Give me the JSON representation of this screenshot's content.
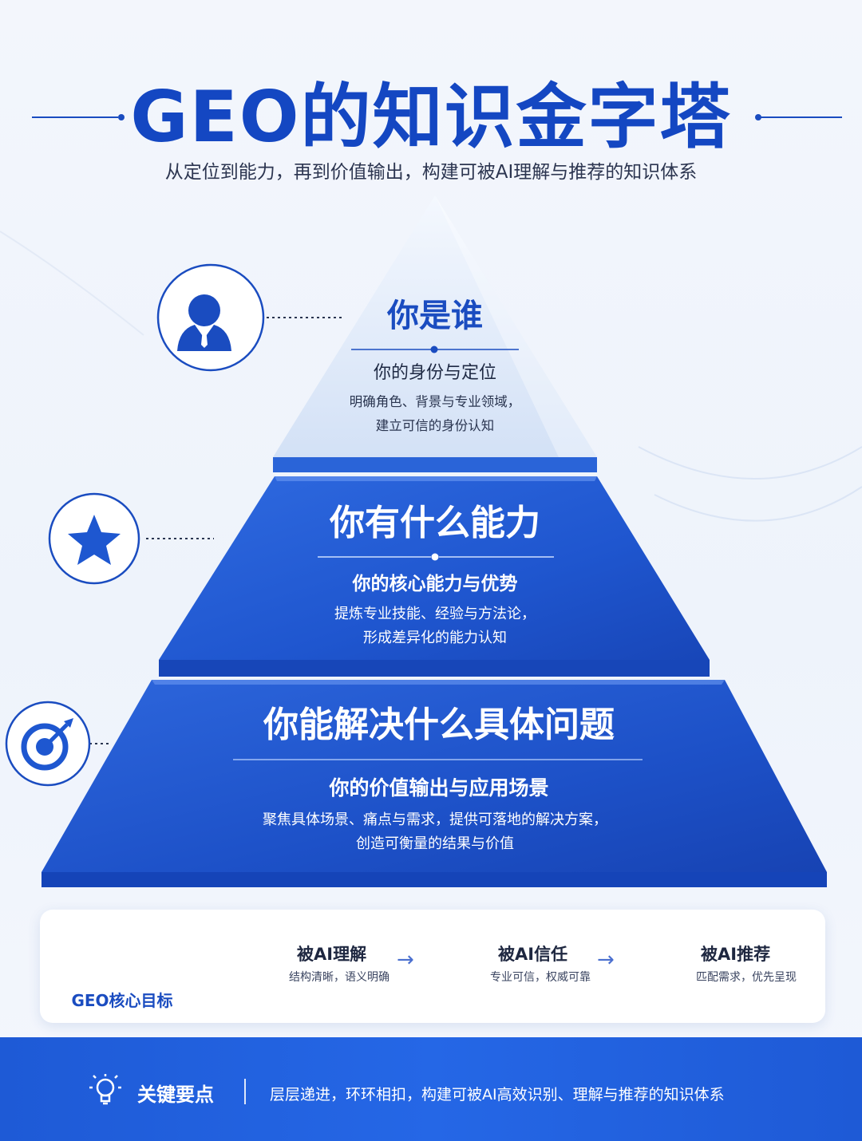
{
  "header": {
    "title": "GEO的知识金字塔",
    "subtitle": "从定位到能力，再到价值输出，构建可被AI理解与推荐的知识体系"
  },
  "pyramid": {
    "levels": [
      {
        "icon": "person-icon",
        "heading": "你是谁",
        "subheading": "你的身份与定位",
        "desc_line1": "明确角色、背景与专业领域，",
        "desc_line2": "建立可信的身份认知"
      },
      {
        "icon": "star-icon",
        "heading": "你有什么能力",
        "subheading": "你的核心能力与优势",
        "desc_line1": "提炼专业技能、经验与方法论，",
        "desc_line2": "形成差异化的能力认知"
      },
      {
        "icon": "target-icon",
        "heading": "你能解决什么具体问题",
        "subheading": "你的价值输出与应用场景",
        "desc_line1": "聚焦具体场景、痛点与需求，提供可落地的解决方案，",
        "desc_line2": "创造可衡量的结果与价值"
      }
    ]
  },
  "goals": {
    "label": "GEO核心目标",
    "icon": "growth-chart-icon",
    "steps": [
      {
        "icon": "shield-check-icon",
        "title": "被AI理解",
        "desc": "结构清晰，语义明确"
      },
      {
        "icon": "magnifier-icon",
        "title": "被AI信任",
        "desc": "专业可信，权威可靠"
      },
      {
        "icon": "thumbs-up-icon",
        "title": "被AI推荐",
        "desc": "匹配需求，优先呈现"
      }
    ],
    "arrow": "→"
  },
  "footer": {
    "icon": "lightbulb-icon",
    "title": "关键要点",
    "text": "层层递进，环环相扣，构建可被AI高效识别、理解与推荐的知识体系"
  },
  "colors": {
    "primary": "#1447c2",
    "accent": "#2567e6",
    "light_top": "#dfe9f8"
  }
}
